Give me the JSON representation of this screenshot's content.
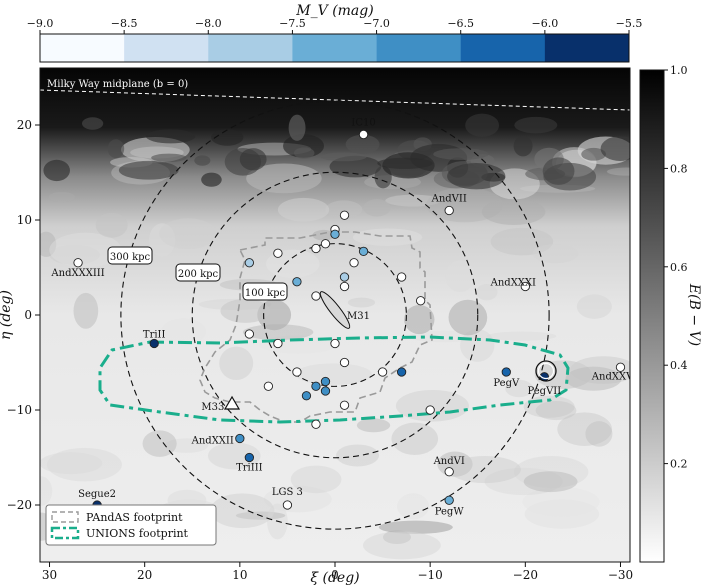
{
  "chart_data": {
    "type": "scatter",
    "title": "",
    "xlabel": "ξ (deg)",
    "ylabel": "η (deg)",
    "xlim": [
      31,
      -31
    ],
    "ylim": [
      -26,
      26
    ],
    "xticks": [
      30,
      20,
      10,
      0,
      -10,
      -20,
      -30
    ],
    "yticks": [
      20,
      10,
      0,
      -10,
      -20
    ],
    "x_inverted": true,
    "grid": false,
    "colorbar_top": {
      "label": "M_V (mag)",
      "range": [
        -9.0,
        -5.5
      ],
      "ticks": [
        "−9.0",
        "−8.5",
        "−8.0",
        "−7.5",
        "−7.0",
        "−6.5",
        "−6.0",
        "−5.5"
      ],
      "bin_colors": [
        "#f7fbff",
        "#d0e1f2",
        "#a9cde5",
        "#6aaed6",
        "#3f8fc5",
        "#1764ab",
        "#08306b"
      ]
    },
    "colorbar_right": {
      "label": "E(B − V)",
      "ticks": [
        "0.2",
        "0.4",
        "0.6",
        "0.8",
        "1.0"
      ],
      "tick_values": [
        0.2,
        0.4,
        0.6,
        0.8,
        1.0
      ]
    },
    "midplane_label": "Milky Way midplane (b = 0)",
    "circles": [
      {
        "label": "100 kpc",
        "radius_deg": 7.5
      },
      {
        "label": "200 kpc",
        "radius_deg": 15
      },
      {
        "label": "300 kpc",
        "radius_deg": 22.5
      }
    ],
    "legend": {
      "position": "lower-left",
      "entries": [
        "PAndAS footprint",
        "UNIONS footprint"
      ]
    },
    "labeled_objects": [
      {
        "name": "IC10",
        "x": -3,
        "y": 19
      },
      {
        "name": "AndVII",
        "x": -12,
        "y": 11
      },
      {
        "name": "AndXXXIII",
        "x": 27,
        "y": 5.5
      },
      {
        "name": "AndXXXI",
        "x": -20,
        "y": 3
      },
      {
        "name": "M31",
        "x": 0,
        "y": 0
      },
      {
        "name": "TriII",
        "x": 19,
        "y": -3
      },
      {
        "name": "PegV",
        "x": -18,
        "y": -6
      },
      {
        "name": "PegVII",
        "x": -22,
        "y": -6.5
      },
      {
        "name": "AndXXVIII",
        "x": -30,
        "y": -5.5
      },
      {
        "name": "M33",
        "x": 11,
        "y": -10
      },
      {
        "name": "AndXXII",
        "x": 10,
        "y": -13
      },
      {
        "name": "TriIII",
        "x": 9,
        "y": -15
      },
      {
        "name": "AndVI",
        "x": -12,
        "y": -16.5
      },
      {
        "name": "LGS 3",
        "x": 5,
        "y": -20
      },
      {
        "name": "Segue2",
        "x": 25,
        "y": -20
      },
      {
        "name": "PegW",
        "x": -12,
        "y": -19.5
      }
    ],
    "points": [
      {
        "x": -3,
        "y": 19,
        "mv": null
      },
      {
        "x": -12,
        "y": 11,
        "mv": null
      },
      {
        "x": 27,
        "y": 5.5,
        "mv": null
      },
      {
        "x": -20,
        "y": 3,
        "mv": null
      },
      {
        "x": -30,
        "y": -5.5,
        "mv": null
      },
      {
        "x": -12,
        "y": -16.5,
        "mv": null
      },
      {
        "x": 5,
        "y": -20,
        "mv": null
      },
      {
        "x": -1,
        "y": 10.5,
        "mv": null
      },
      {
        "x": 0,
        "y": 9,
        "mv": null
      },
      {
        "x": 1,
        "y": 7.5,
        "mv": null
      },
      {
        "x": 2,
        "y": 7,
        "mv": null
      },
      {
        "x": 6,
        "y": 6.5,
        "mv": null
      },
      {
        "x": -2,
        "y": 5.5,
        "mv": null
      },
      {
        "x": -1,
        "y": 3,
        "mv": null
      },
      {
        "x": -7,
        "y": 4,
        "mv": null
      },
      {
        "x": -9,
        "y": 1.5,
        "mv": null
      },
      {
        "x": 2,
        "y": 2,
        "mv": null
      },
      {
        "x": 9,
        "y": -2,
        "mv": null
      },
      {
        "x": 6,
        "y": -3,
        "mv": null
      },
      {
        "x": 0,
        "y": -3,
        "mv": null
      },
      {
        "x": -1,
        "y": -5,
        "mv": null
      },
      {
        "x": -5,
        "y": -6,
        "mv": null
      },
      {
        "x": 4,
        "y": -6,
        "mv": null
      },
      {
        "x": 7,
        "y": -7.5,
        "mv": null
      },
      {
        "x": -1,
        "y": -9.5,
        "mv": null
      },
      {
        "x": 2,
        "y": -11.5,
        "mv": null
      },
      {
        "x": -10,
        "y": -10,
        "mv": null
      },
      {
        "x": 0,
        "y": 8.5,
        "mv": -7.4
      },
      {
        "x": -3,
        "y": 6.7,
        "mv": -7.2
      },
      {
        "x": 9,
        "y": 5.5,
        "mv": -7.7
      },
      {
        "x": 4,
        "y": 3.5,
        "mv": -7.4
      },
      {
        "x": -1,
        "y": 4,
        "mv": -7.6
      },
      {
        "x": 1,
        "y": -7,
        "mv": -6.7
      },
      {
        "x": 1,
        "y": -8,
        "mv": -6.6
      },
      {
        "x": 2,
        "y": -7.5,
        "mv": -6.7
      },
      {
        "x": 3,
        "y": -8.5,
        "mv": -6.6
      },
      {
        "x": -7,
        "y": -6,
        "mv": -6.3
      },
      {
        "x": -18,
        "y": -6,
        "mv": -6.3
      },
      {
        "x": -22,
        "y": -6.5,
        "mv": -5.8
      },
      {
        "x": 19,
        "y": -3,
        "mv": -5.9
      },
      {
        "x": 10,
        "y": -13,
        "mv": -6.6
      },
      {
        "x": 9,
        "y": -15,
        "mv": -6.2
      },
      {
        "x": 25,
        "y": -20,
        "mv": -5.6
      },
      {
        "x": -12,
        "y": -19.5,
        "mv": -7.2
      }
    ]
  }
}
